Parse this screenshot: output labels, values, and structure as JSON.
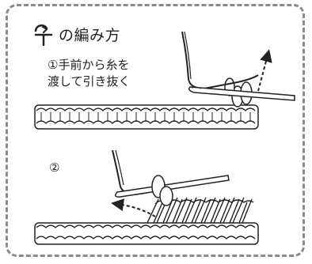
{
  "title": {
    "symbol_icon": "crochet-stitch-symbol-icon",
    "text": "の編み方"
  },
  "step1": {
    "line1": "①手前から糸を",
    "line2": "渡して引き抜く"
  },
  "step2": {
    "label": "②"
  },
  "colors": {
    "border": "#8a8a8a",
    "line": "#222222",
    "fill": "#ffffff"
  }
}
